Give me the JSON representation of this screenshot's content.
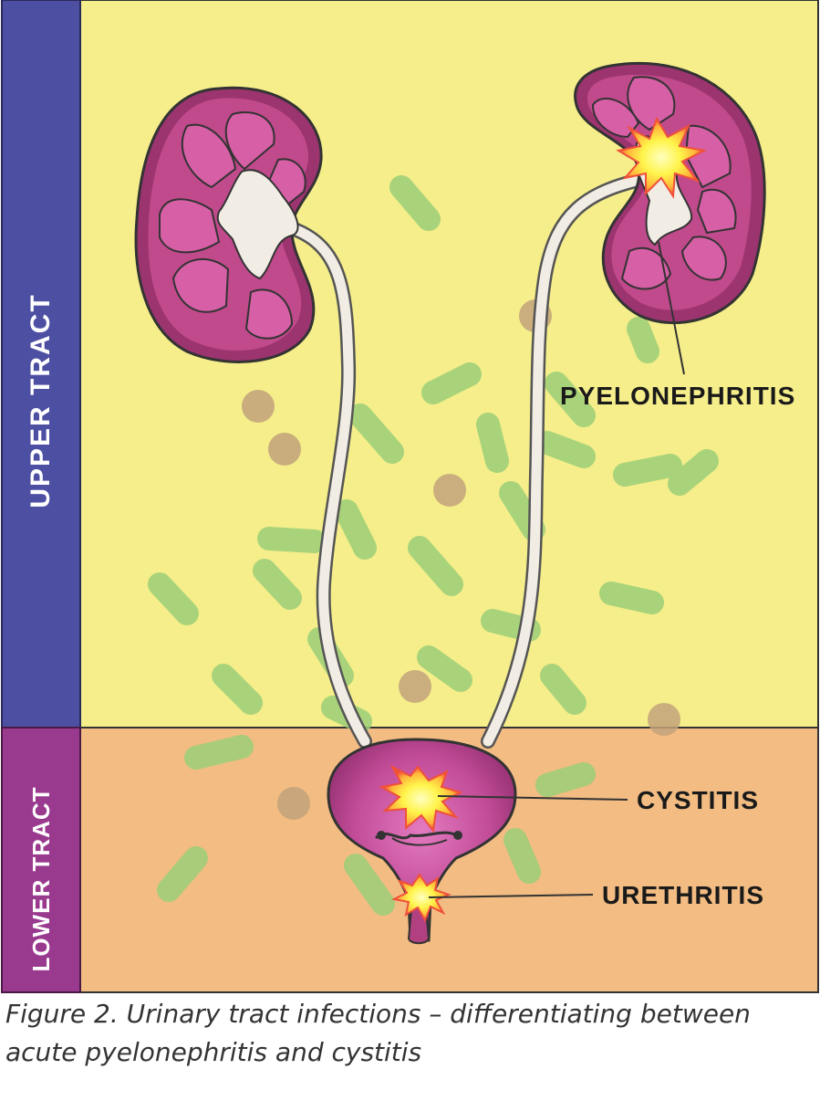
{
  "regions": {
    "upper_tract_label": "UPPER TRACT",
    "lower_tract_label": "LOWER TRACT"
  },
  "callouts": {
    "pyelonephritis": "PYELONEPHRITIS",
    "cystitis": "CYSTITIS",
    "urethritis": "URETHRITIS"
  },
  "caption": "Figure 2. Urinary tract infections – differentiating between acute pyelonephritis and cystitis",
  "colors": {
    "upper_bar": "#4d4fa3",
    "lower_bar": "#9a3a8f",
    "upper_background": "#f5ee8a",
    "lower_background": "#f2bc82",
    "kidney": "#b0407f",
    "kidney_lobe": "#cf5a9e",
    "pelvis": "#f1ece4",
    "bacteria_rod": "#9ccf78",
    "bacteria_cocci": "#c2a27a",
    "infection_core": "#fff44a",
    "infection_ring": "#f0503a"
  }
}
